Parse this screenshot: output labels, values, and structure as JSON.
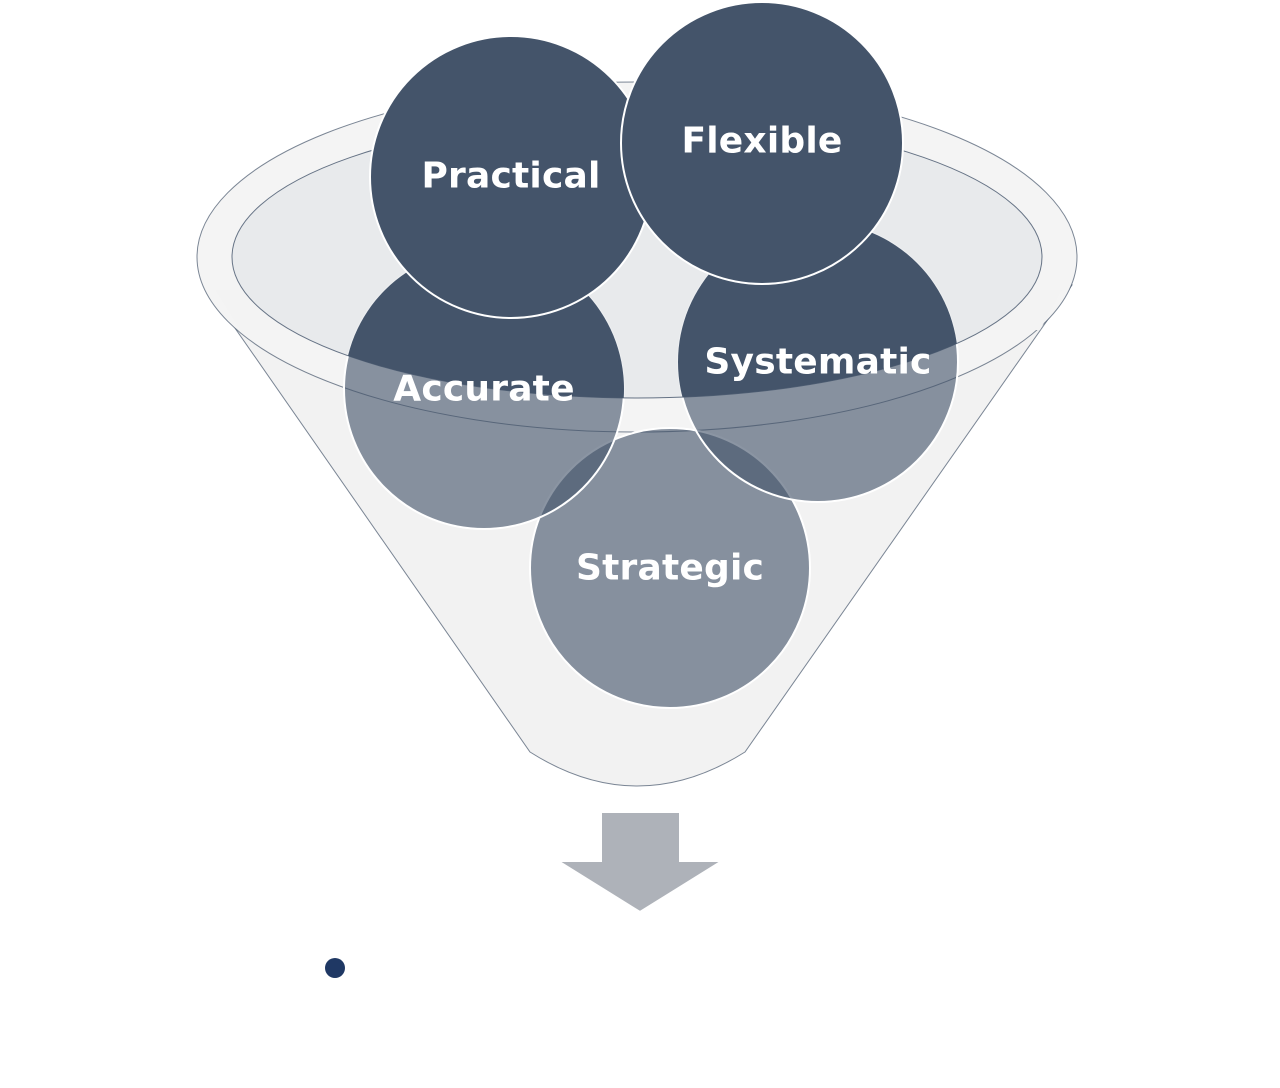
{
  "diagram": {
    "type": "funnel",
    "items": [
      {
        "label": "Accurate"
      },
      {
        "label": "Systematic"
      },
      {
        "label": "Strategic"
      },
      {
        "label": "Practical"
      },
      {
        "label": "Flexible"
      }
    ]
  },
  "colors": {
    "ball_fill": "#44546a",
    "funnel_fill": "#f2f2f2",
    "funnel_mouth_fill": "#e5e7ea",
    "funnel_stroke": "#44546a",
    "arrow_fill": "#aeb2b9",
    "bullet_fill": "#1f3864"
  }
}
